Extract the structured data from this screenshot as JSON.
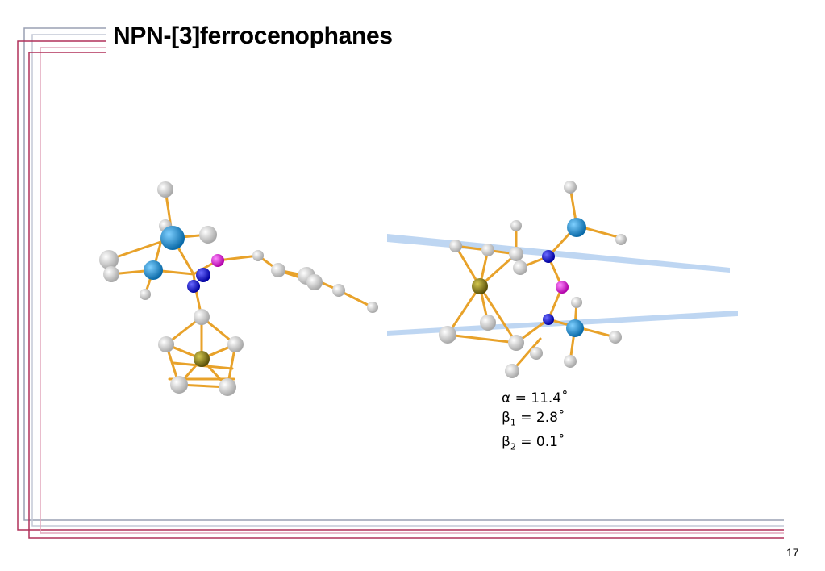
{
  "slide": {
    "title": "NPN-[3]ferrocenophanes",
    "page_number": "17"
  },
  "parameters": [
    {
      "symbol": "α",
      "sub": "",
      "text": " = 11.4˚"
    },
    {
      "symbol": "β",
      "sub": "1",
      "text": " = 2.8˚"
    },
    {
      "symbol": "β",
      "sub": "2",
      "text": " = 0.1˚"
    }
  ],
  "colors": {
    "frame_gray": "#9aa0b4",
    "frame_crimson": "#b0305a",
    "frame_pink": "#e2a6bb",
    "bond": "#e8a22a",
    "iron": "#8a7d12",
    "nitrogen": "#1a1ad8",
    "phosphorus": "#e21ad8",
    "silicon": "#2a9ad8",
    "carbon": "#d8d8d8",
    "plane": "#a8c8ee"
  }
}
